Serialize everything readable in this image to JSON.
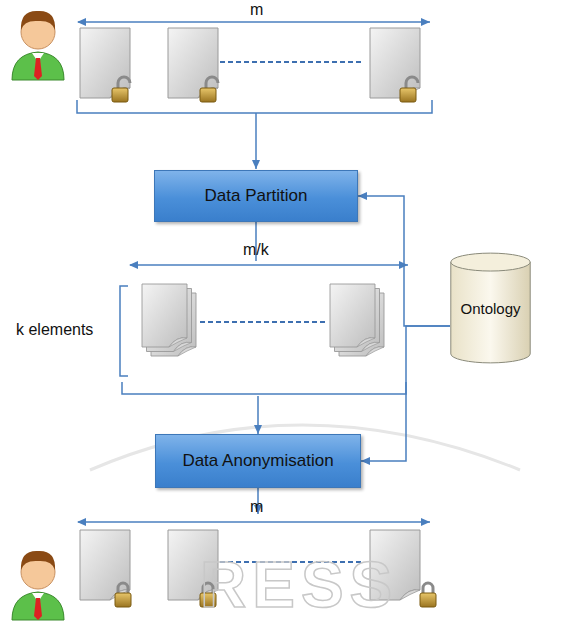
{
  "diagram": {
    "nodes": [
      {
        "text": [
          "Data Partition"
        ]
      },
      {
        "text": [
          "Data Anonymisation"
        ]
      },
      {
        "text": [
          "Ontology"
        ]
      }
    ],
    "edges": [
      {
        "from": 0,
        "to": 1,
        "arrow": "to"
      },
      {
        "from": 2,
        "to": 0,
        "arrow": "to"
      },
      {
        "from": 2,
        "to": 1,
        "arrow": "to"
      }
    ],
    "labels": [
      "m",
      "m/k",
      "k elements",
      "m",
      "RESS"
    ]
  }
}
